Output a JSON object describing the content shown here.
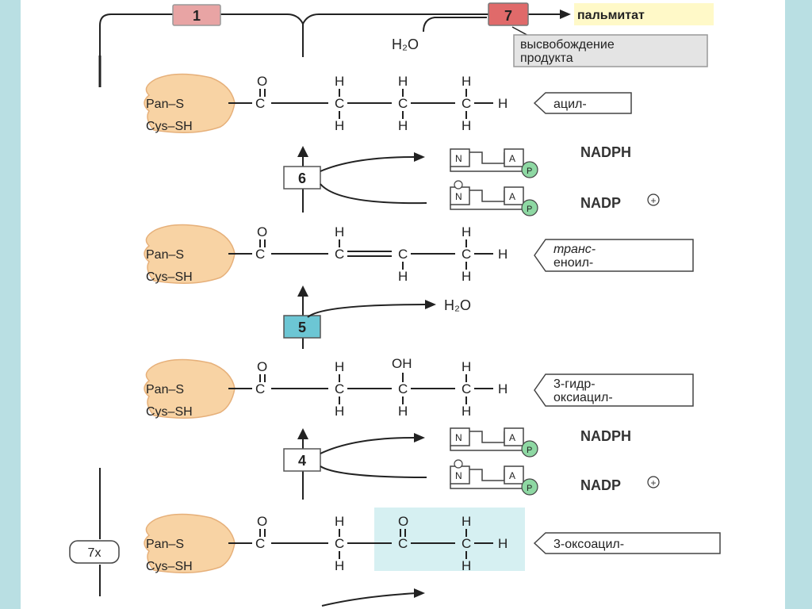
{
  "top": {
    "step1": "1",
    "step7": "7",
    "product": "пальмитат",
    "water": "H₂O",
    "release": [
      "высвобождение",
      "продукта"
    ]
  },
  "rows": [
    {
      "name": "acyl",
      "label": [
        "ацил-"
      ]
    },
    {
      "name": "trans-enoyl",
      "label": [
        "транс-",
        "еноил-"
      ]
    },
    {
      "name": "3-hydroxyacyl",
      "label": [
        "3-гидр-",
        "оксиацил-"
      ]
    },
    {
      "name": "3-oxoacyl",
      "label": [
        "3-оксоацил-"
      ]
    }
  ],
  "enzyme": {
    "pan": "Pan–S",
    "cys": "Cys–SH"
  },
  "steps": {
    "s6": "6",
    "s5": "5",
    "s4": "4"
  },
  "cofactors": {
    "nadph": "NADPH",
    "nadp": "NADP",
    "nadp_charge": "+",
    "n_letter": "N",
    "a_letter": "A",
    "p_letter": "P"
  },
  "water_out": "H₂O",
  "repeat": "7x",
  "colors": {
    "enzyme_fill": "#f8d3a4",
    "enzyme_stroke": "#e6b07a",
    "step1": "#e8a4a4",
    "step7": "#e06a6a",
    "step5": "#6cc6d4",
    "release_box": "#e4e4e4",
    "product_bg": "#fff9c8",
    "phosphate": "#8ed8a3",
    "highlight": "#d6f0f2"
  }
}
